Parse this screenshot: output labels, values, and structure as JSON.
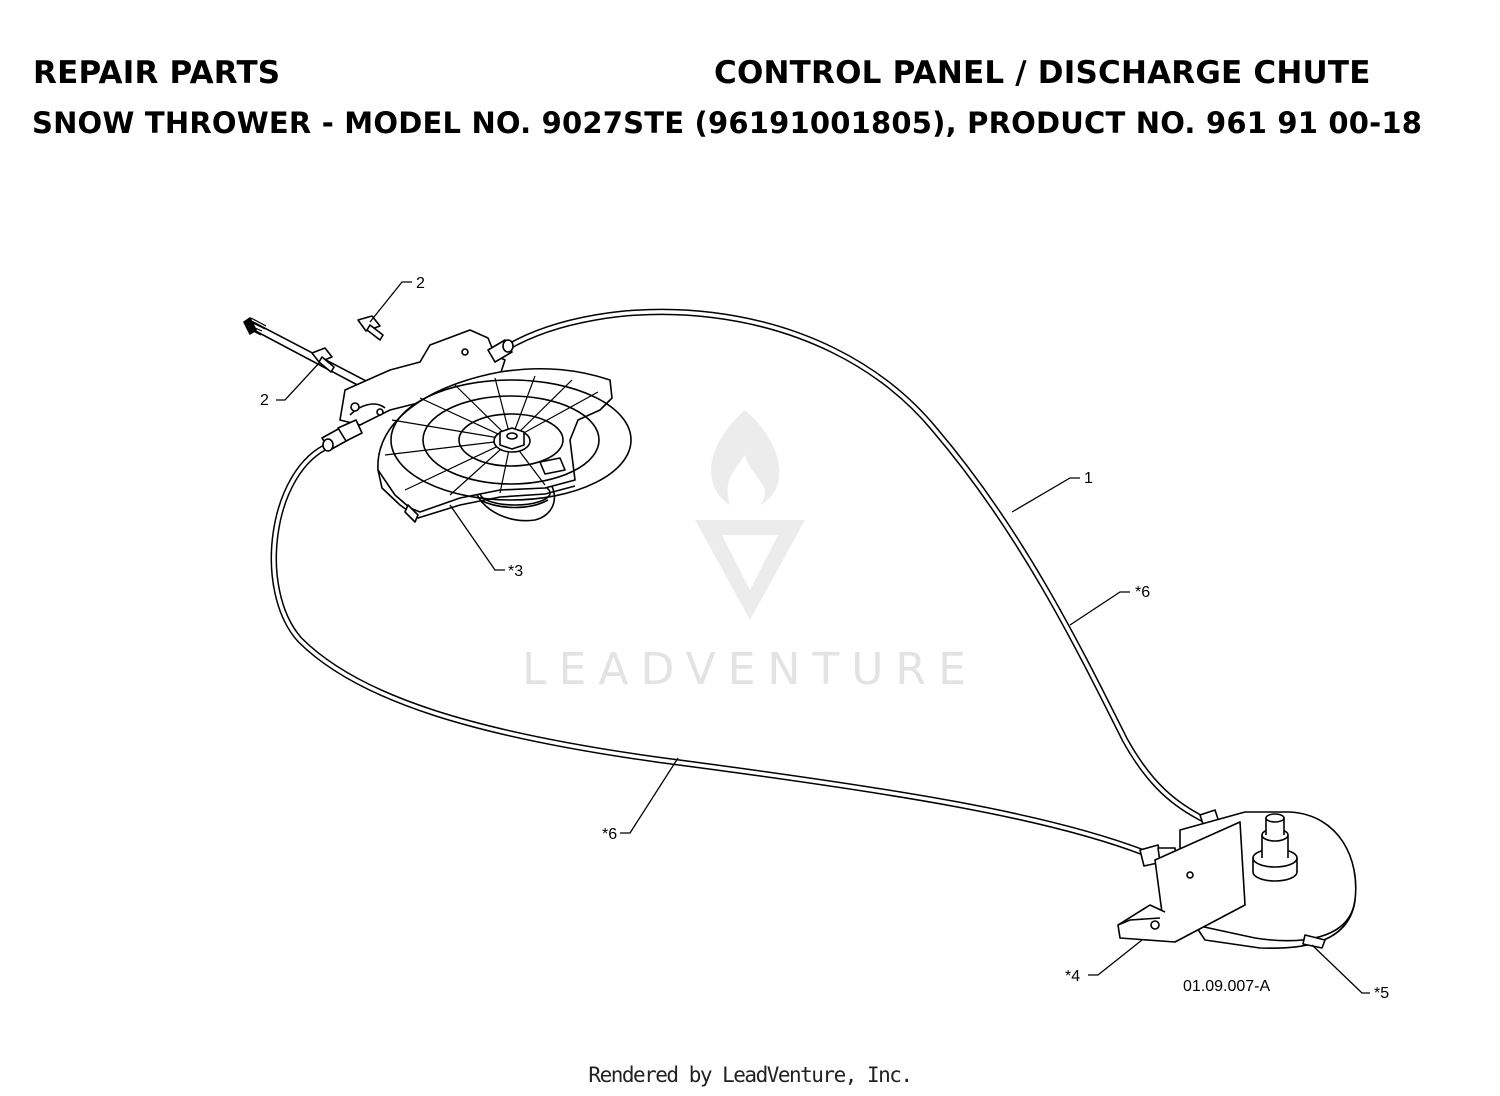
{
  "header": {
    "title_left": "REPAIR PARTS",
    "title_right": "CONTROL PANEL / DISCHARGE CHUTE",
    "subtitle_prefix": "SNOW THROWER - MODEL NO.",
    "model_no": "9027STE",
    "subtitle_suffix": "(96191001805), PRODUCT NO. 961 91 00-18"
  },
  "callouts": {
    "bolt_top": "2",
    "bolt_left": "2",
    "cable": "1",
    "panel_assembly": "*3",
    "cable_sheath_right": "*6",
    "cable_sheath_left": "*6",
    "bracket": "*4",
    "chute_gear": "*5"
  },
  "drawing_code": "01.09.007-A",
  "watermark": "LEADVENTURE",
  "footer": "Rendered by LeadVenture, Inc.",
  "colors": {
    "line": "#000000",
    "watermark": "#e3e3e3"
  }
}
